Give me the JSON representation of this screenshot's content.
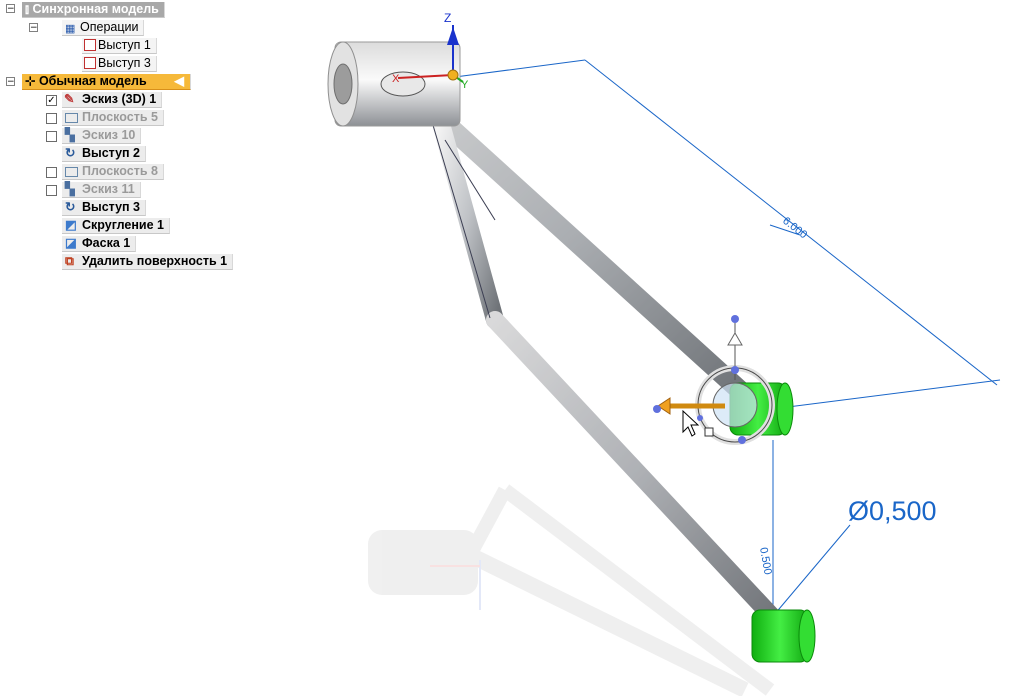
{
  "tree": {
    "sync_model": "Синхронная модель",
    "operations": "Операции",
    "sync_items": [
      "Выступ 1",
      "Выступ 3"
    ],
    "ordered_model": "Обычная модель",
    "ordered_items": [
      {
        "label": "Эскиз (3D) 1",
        "checkbox": true,
        "checked": true,
        "dim": false,
        "icon": "sketch3d-icon"
      },
      {
        "label": "Плоскость 5",
        "checkbox": true,
        "checked": false,
        "dim": true,
        "icon": "plane-icon"
      },
      {
        "label": "Эскиз 10",
        "checkbox": true,
        "checked": false,
        "dim": true,
        "icon": "sketch-icon"
      },
      {
        "label": "Выступ 2",
        "checkbox": false,
        "checked": false,
        "dim": false,
        "icon": "sweep-icon"
      },
      {
        "label": "Плоскость 8",
        "checkbox": true,
        "checked": false,
        "dim": true,
        "icon": "plane-icon"
      },
      {
        "label": "Эскиз 11",
        "checkbox": true,
        "checked": false,
        "dim": true,
        "icon": "sketch-icon"
      },
      {
        "label": "Выступ 3",
        "checkbox": false,
        "checked": false,
        "dim": false,
        "icon": "sweep-icon"
      },
      {
        "label": "Скругление 1",
        "checkbox": false,
        "checked": false,
        "dim": false,
        "icon": "round-icon"
      },
      {
        "label": "Фаска 1",
        "checkbox": false,
        "checked": false,
        "dim": false,
        "icon": "chamfer-icon"
      },
      {
        "label": "Удалить поверхность 1",
        "checkbox": false,
        "checked": false,
        "dim": false,
        "icon": "delete-face-icon"
      }
    ]
  },
  "viewport": {
    "triad": {
      "z": "Z",
      "y": "Y",
      "x": "X"
    },
    "dimension_diameter": "Ø0,500",
    "colors": {
      "dimension": "#1a66c8",
      "selection": "#22cc22",
      "accent": "#f0a020",
      "triad_z": "#1a33cc",
      "triad_x": "#cc2222",
      "triad_y": "#22aa22"
    }
  }
}
